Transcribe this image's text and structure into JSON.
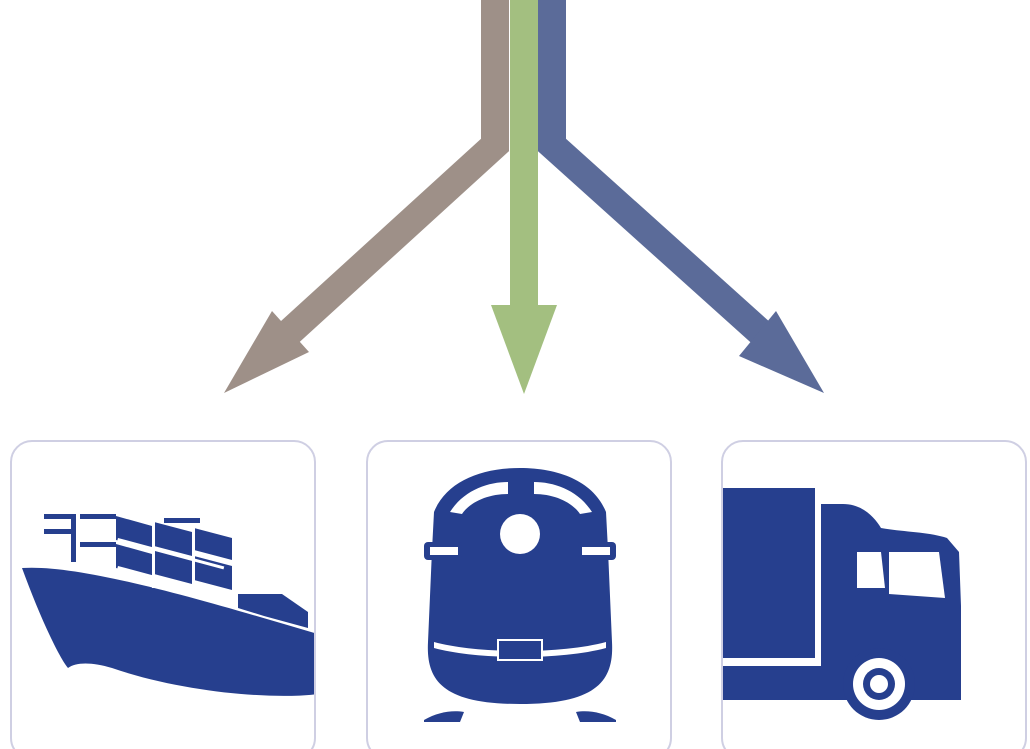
{
  "colors": {
    "arrow_left": "#9e9088",
    "arrow_center": "#a3bf80",
    "arrow_right": "#5b6b99",
    "icon_fill": "#263f8e",
    "card_border": "#cfcfe3",
    "background": "#ffffff"
  },
  "nodes": [
    {
      "icon": "cargo-ship-icon"
    },
    {
      "icon": "train-icon"
    },
    {
      "icon": "truck-icon"
    }
  ],
  "edges": [
    {
      "from": "source",
      "to": "cargo-ship-icon",
      "color": "#9e9088"
    },
    {
      "from": "source",
      "to": "train-icon",
      "color": "#a3bf80"
    },
    {
      "from": "source",
      "to": "truck-icon",
      "color": "#5b6b99"
    }
  ]
}
